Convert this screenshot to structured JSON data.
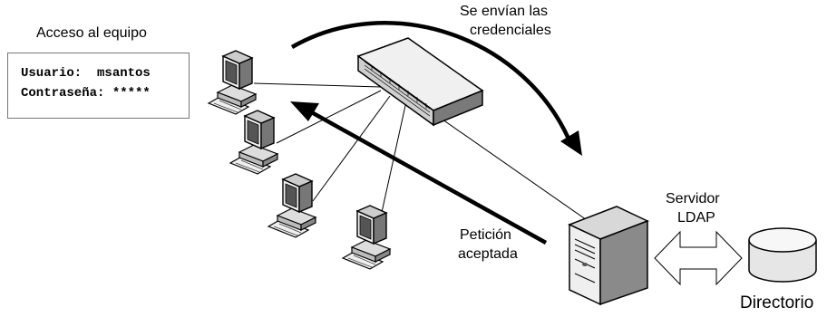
{
  "login_panel": {
    "title": "Acceso al equipo",
    "user_line": "Usuario:  msantos",
    "password_line": "Contraseña: *****"
  },
  "arrows": {
    "send_label_line1": "Se envían las",
    "send_label_line2": "credenciales",
    "accept_label_line1": "Petición",
    "accept_label_line2": "aceptada"
  },
  "server": {
    "label_line1": "Servidor",
    "label_line2": "LDAP"
  },
  "directory": {
    "label": "Directorio"
  },
  "icons": [
    "workstation-icon",
    "network-switch-icon",
    "server-tower-icon",
    "database-cylinder-icon",
    "double-arrow-icon"
  ]
}
